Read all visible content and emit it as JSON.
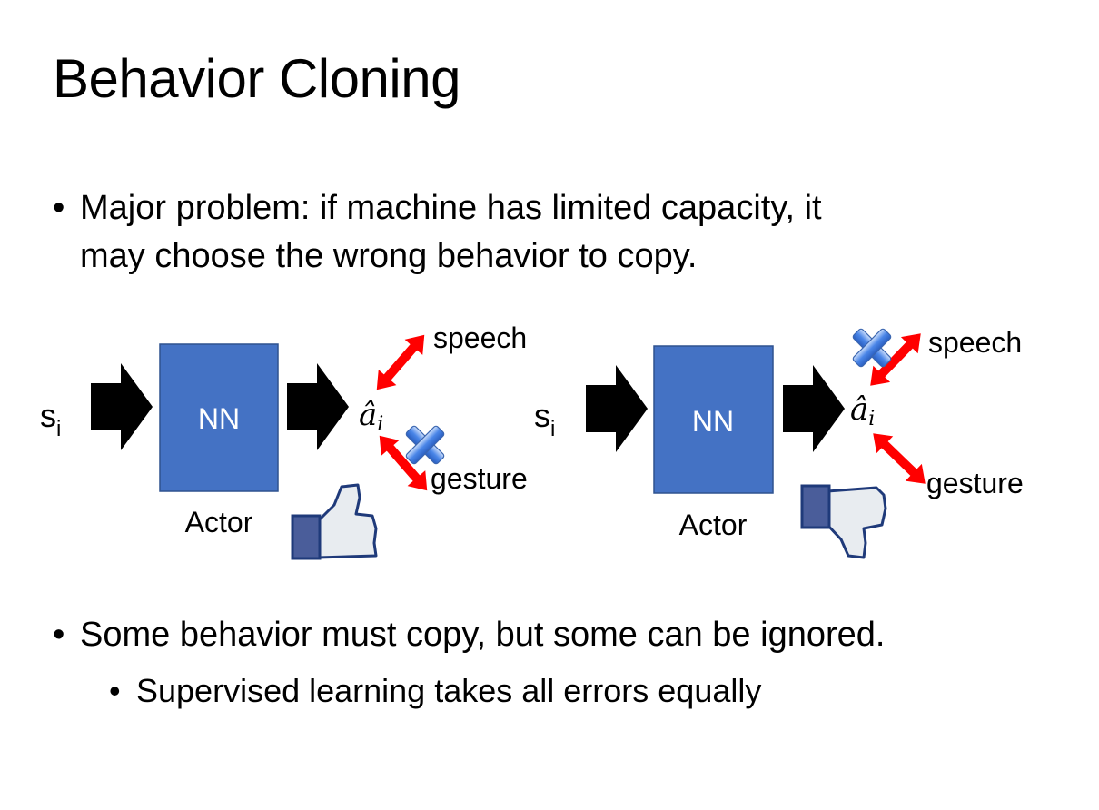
{
  "slide": {
    "title": "Behavior Cloning",
    "bullets": [
      {
        "marker": "•",
        "text_line1": "Major problem: if machine has limited capacity, it",
        "text_line2": "may choose the wrong behavior to copy."
      },
      {
        "marker": "•",
        "text": "Some behavior must copy, but some can be ignored."
      }
    ],
    "sub_bullets": [
      {
        "marker": "•",
        "text": "Supervised learning takes all errors equally"
      }
    ]
  },
  "diagram": {
    "left": {
      "input": "s",
      "input_sub": "i",
      "box_label": "NN",
      "box_caption": "Actor",
      "output": "â",
      "output_sub": "i",
      "targets": [
        "speech",
        "gesture"
      ],
      "crossed_target": "gesture",
      "verdict_icon": "thumbs-up-icon"
    },
    "right": {
      "input": "s",
      "input_sub": "i",
      "box_label": "NN",
      "box_caption": "Actor",
      "output": "â",
      "output_sub": "i",
      "targets": [
        "speech",
        "gesture"
      ],
      "crossed_target": "speech",
      "verdict_icon": "thumbs-down-icon"
    }
  },
  "colors": {
    "box": "#4472c4",
    "arrow_red": "#ff0000",
    "cross_blue": "#4a86e8",
    "thumb_cuff": "#4a5d9a"
  }
}
